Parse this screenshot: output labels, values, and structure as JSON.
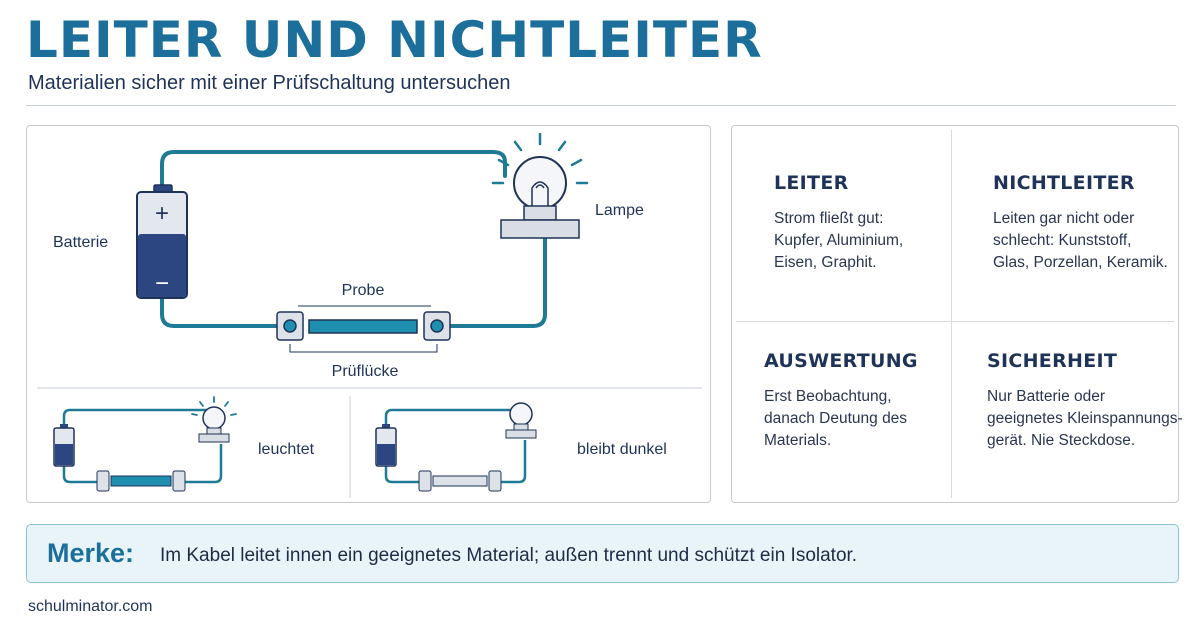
{
  "header": {
    "title": "LEITER UND NICHTLEITER",
    "subtitle": "Materialien sicher mit einer Prüfschaltung untersuchen"
  },
  "diagram": {
    "battery_label": "Batterie",
    "plus_sign": "+",
    "minus_sign": "−",
    "lamp_label": "Lampe",
    "probe_label": "Probe",
    "gap_label": "Prüflücke",
    "example_lit_label": "leuchtet",
    "example_dark_label": "bleibt dunkel"
  },
  "info": {
    "leiter": {
      "heading": "LEITER",
      "text": "Strom fließt gut:\nKupfer, Aluminium,\nEisen, Graphit."
    },
    "nichtleiter": {
      "heading": "NICHTLEITER",
      "text": "Leiten gar nicht oder\nschlecht: Kunststoff,\nGlas, Porzellan, Keramik."
    },
    "auswertung": {
      "heading": "AUSWERTUNG",
      "text": "Erst Beobachtung,\ndanach Deutung des\nMaterials."
    },
    "sicherheit": {
      "heading": "SICHERHEIT",
      "text": "Nur Batterie oder\ngeeignetes Kleinspannungs-\ngerät. Nie Steckdose."
    }
  },
  "note": {
    "label": "Merke:",
    "text": "Im Kabel leitet innen ein geeignetes Material; außen trennt und schützt ein Isolator."
  },
  "footer": {
    "site": "schulminator.com"
  },
  "colors": {
    "accent": "#1b6f9a",
    "wire": "#1f7a96",
    "battery": "#2b4680",
    "conductor": "#1f8fb0",
    "insulator": "#dde1e8"
  }
}
